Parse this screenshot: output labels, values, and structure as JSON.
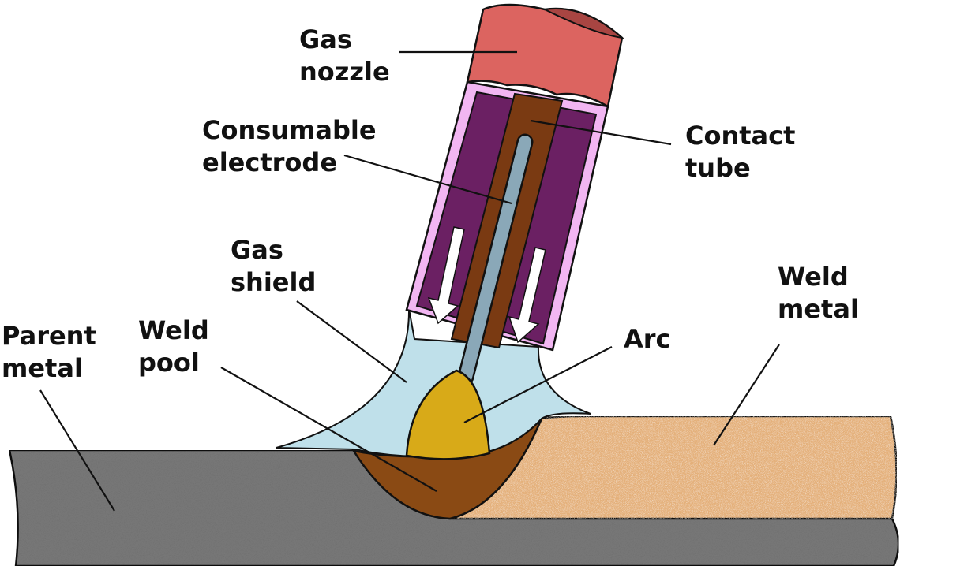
{
  "labels": {
    "gas_nozzle": [
      "Gas",
      "nozzle"
    ],
    "consumable_electrode": [
      "Consumable",
      "electrode"
    ],
    "contact_tube": [
      "Contact",
      "tube"
    ],
    "gas_shield": [
      "Gas",
      "shield"
    ],
    "weld_metal": [
      "Weld",
      "metal"
    ],
    "parent_metal": [
      "Parent",
      "metal"
    ],
    "weld_pool": [
      "Weld",
      "pool"
    ],
    "arc": [
      "Arc"
    ]
  },
  "colors": {
    "gas_nozzle": "#dc6460",
    "nozzle_liner": "#f2b6f2",
    "torch_body": "#6b2063",
    "contact_tube": "#7a3a12",
    "electrode": "#8aa8b8",
    "gas_shield": "#bfe0ea",
    "arc": "#d8aa18",
    "weld_pool": "#8a4a14",
    "weld_metal": "#e4b07a",
    "parent_metal": "#7a7a7a",
    "outline": "#111111"
  }
}
